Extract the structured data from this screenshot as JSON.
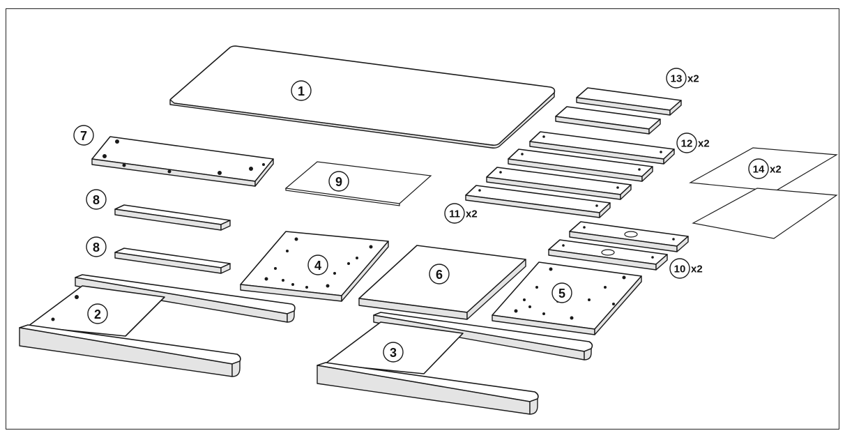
{
  "parts": [
    {
      "number": "1",
      "qty": ""
    },
    {
      "number": "2",
      "qty": ""
    },
    {
      "number": "3",
      "qty": ""
    },
    {
      "number": "4",
      "qty": ""
    },
    {
      "number": "5",
      "qty": ""
    },
    {
      "number": "6",
      "qty": ""
    },
    {
      "number": "7",
      "qty": ""
    },
    {
      "number": "8",
      "qty": ""
    },
    {
      "number": "9",
      "qty": ""
    },
    {
      "number": "10",
      "qty": "x2"
    },
    {
      "number": "11",
      "qty": "x2"
    },
    {
      "number": "12",
      "qty": "x2"
    },
    {
      "number": "13",
      "qty": "x2"
    },
    {
      "number": "14",
      "qty": "x2"
    }
  ],
  "second_label_8": "8"
}
